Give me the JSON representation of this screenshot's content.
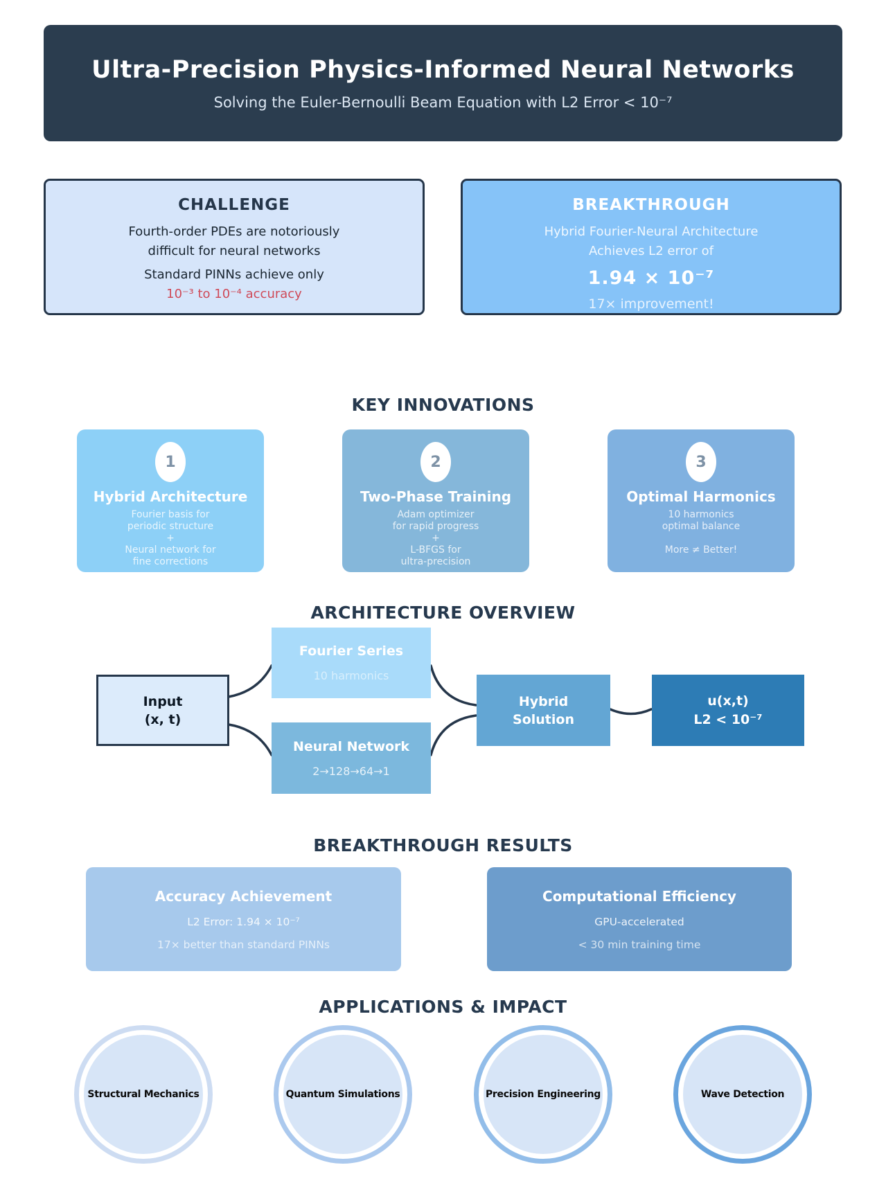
{
  "header": {
    "title": "Ultra-Precision Physics-Informed Neural Networks",
    "subtitle": "Solving the Euler-Bernoulli Beam Equation with L2 Error < 10⁻⁷"
  },
  "challenge": {
    "title": "CHALLENGE",
    "line1": "Fourth-order PDEs are notoriously",
    "line2": "difficult for neural networks",
    "line3": "Standard PINNs achieve only",
    "highlight": "10⁻³ to 10⁻⁴ accuracy",
    "bg": "#d6e5fa"
  },
  "breakthrough": {
    "title": "BREAKTHROUGH",
    "line1": "Hybrid Fourier-Neural Architecture",
    "line2": "Achieves L2 error of",
    "value": "1.94 × 10⁻⁷",
    "footnote": "17× improvement!",
    "bg": "#86c3f8"
  },
  "sections": {
    "innovations": "KEY INNOVATIONS",
    "architecture": "ARCHITECTURE OVERVIEW",
    "results": "BREAKTHROUGH RESULTS",
    "applications": "APPLICATIONS & IMPACT"
  },
  "innovations": [
    {
      "number": "1",
      "title": "Hybrid Architecture",
      "lines": [
        "Fourier basis for",
        "periodic structure",
        "+",
        "Neural network for",
        "fine corrections"
      ],
      "bg": "#8dd0f7"
    },
    {
      "number": "2",
      "title": "Two-Phase Training",
      "lines": [
        "Adam optimizer",
        "for rapid progress",
        "+",
        "L-BFGS for",
        "ultra-precision"
      ],
      "bg": "#85b7da"
    },
    {
      "number": "3",
      "title": "Optimal Harmonics",
      "lines": [
        "10 harmonics",
        "optimal balance",
        "",
        "More ≠ Better!"
      ],
      "bg": "#80b1e0"
    }
  ],
  "architecture": {
    "input": {
      "line1": "Input",
      "line2": "(x, t)",
      "bg": "#dcebfb"
    },
    "fourier": {
      "title": "Fourier Series",
      "subtitle": "10 harmonics",
      "bg": "#a9dbfa"
    },
    "nn": {
      "title": "Neural Network",
      "subtitle": "2→128→64→1",
      "bg": "#7cb8dd"
    },
    "hybrid": {
      "line1": "Hybrid",
      "line2": "Solution",
      "bg": "#63a6d4"
    },
    "output": {
      "line1": "u(x,t)",
      "line2": "L2 < 10⁻⁷",
      "bg": "#2d7cb5"
    }
  },
  "results": [
    {
      "title": "Accuracy Achievement",
      "line1": "L2 Error: 1.94 × 10⁻⁷",
      "line2": "17× better than standard PINNs",
      "bg": "#a7c9ec"
    },
    {
      "title": "Computational Efficiency",
      "line1": "GPU-accelerated",
      "line2": "< 30 min training time",
      "bg": "#6d9dcc"
    }
  ],
  "applications": [
    {
      "label": "Structural Mechanics",
      "ring": "#cddcf2",
      "fill": "#d7e5f7"
    },
    {
      "label": "Quantum Simulations",
      "ring": "#abc9ee",
      "fill": "#d7e5f7"
    },
    {
      "label": "Precision Engineering",
      "ring": "#92bde9",
      "fill": "#d7e5f7"
    },
    {
      "label": "Wave Detection",
      "ring": "#6aa5de",
      "fill": "#d7e5f7"
    }
  ],
  "palette": {
    "header_bg": "#2b3d4f",
    "dark_border": "#25364a",
    "accent_red": "#cf4a58",
    "page_bg": "#ffffff"
  }
}
